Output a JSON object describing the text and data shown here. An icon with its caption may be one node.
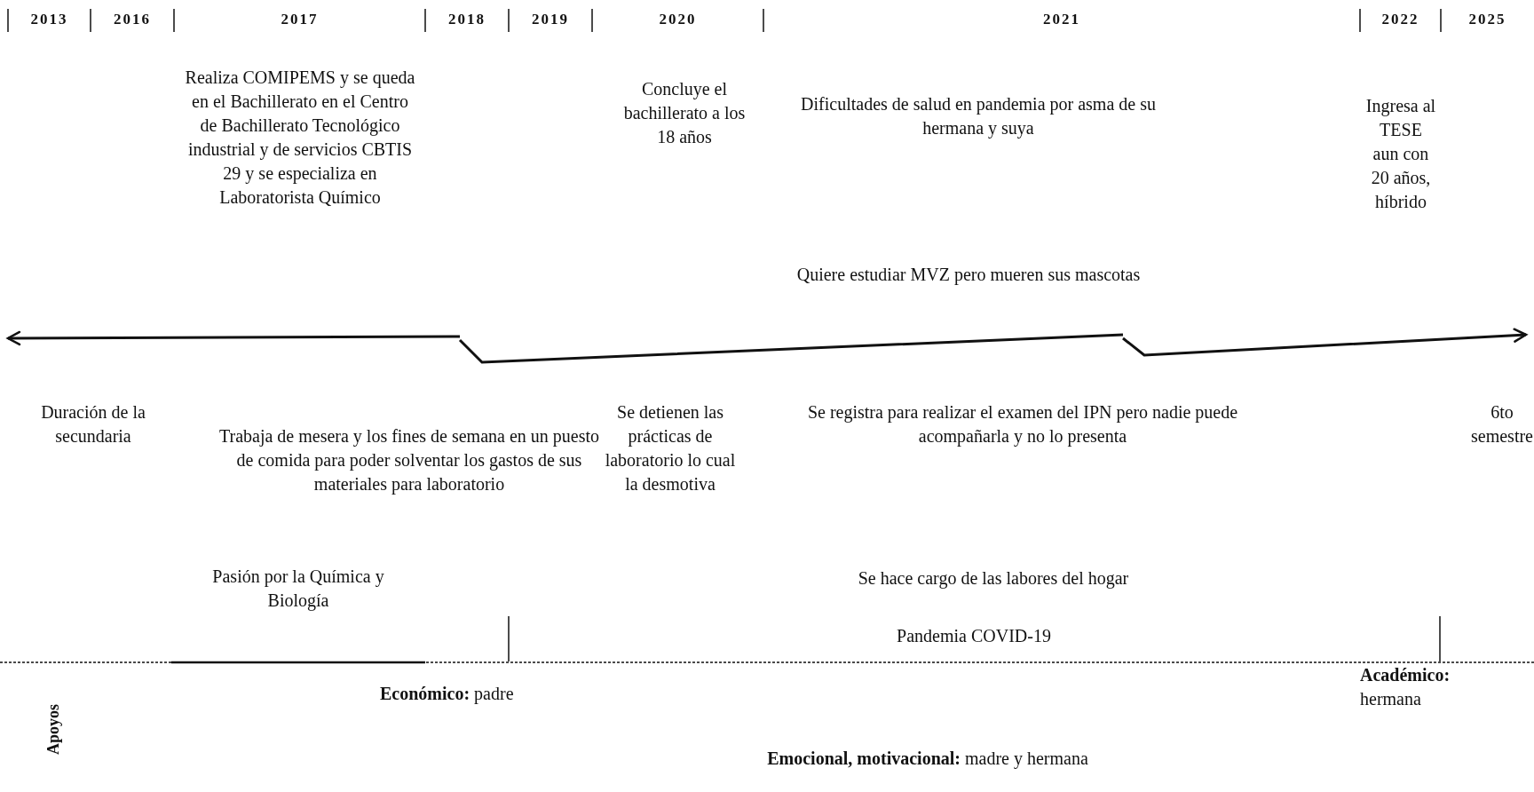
{
  "diagram": {
    "labels": [
      "2013",
      "2016",
      "2017",
      "2018",
      "2019",
      "2020",
      "2021",
      "2022",
      "2025",
      "Realiza COMIPEMS y se queda en el Bachillerato en el Centro de Bachillerato Tecnológico industrial y de servicios CBTIS 29 y se especializa en Laboratorista Químico",
      "Concluye el bachillerato a los 18 años",
      "Dificultades de salud en pandemia por asma de su hermana y suya",
      "Ingresa al TESE aun con 20 años, híbrido",
      "Quiere estudiar MVZ pero mueren sus mascotas",
      "Duración de la secundaria",
      "Se detienen las prácticas de laboratorio lo cual la desmotiva",
      "Se registra para realizar el examen del IPN pero nadie puede acompañarla y no lo presenta",
      "6to semestre",
      "Trabaja de mesera y los fines de semana en un puesto de comida para poder solventar los gastos de sus materiales para laboratorio",
      "Pasión por la Química y Biología",
      "Se hace cargo de las labores del hogar",
      "Pandemia COVID-19",
      "**Académico:** hermana",
      "Apoyos",
      "**Económico:** padre",
      "**Emocional, motivacional:** madre y hermana"
    ]
  }
}
